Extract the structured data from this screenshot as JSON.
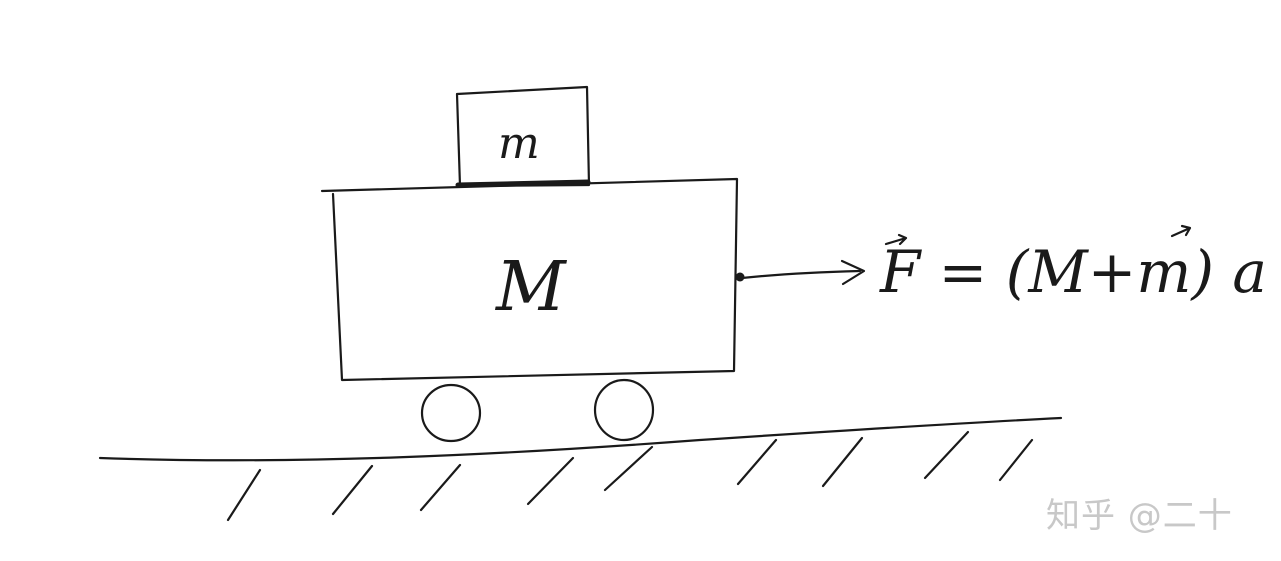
{
  "labels": {
    "small_block": "m",
    "large_block": "M",
    "force_equation": "F = (M+m) a"
  },
  "watermark": "知乎 @二十",
  "colors": {
    "ink": "#1a1a1a",
    "background": "#ffffff",
    "watermark": "#c8c8c8"
  }
}
